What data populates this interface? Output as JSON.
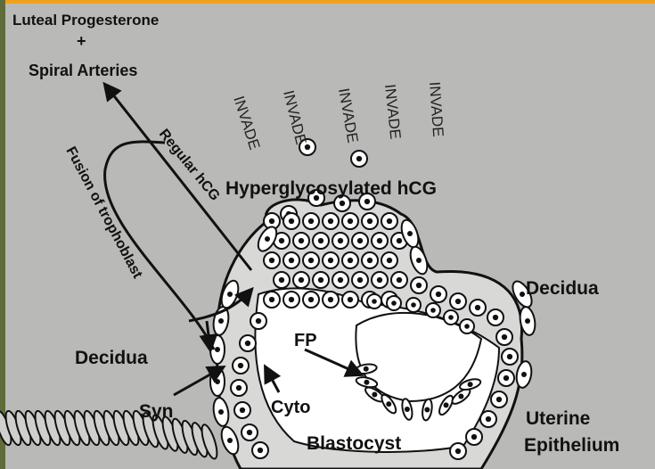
{
  "diagram": {
    "top_label_line1": "Luteal Progesterone",
    "top_label_plus": "+",
    "top_label_line2": "Spiral Arteries",
    "regular_hcg": "Regular hCG",
    "fusion_trophoblast": "Fusion of trophoblast",
    "invade": [
      "INVADE",
      "INVADE",
      "INVADE",
      "INVADE",
      "INVADE"
    ],
    "hyperglycosylated_hcg": "Hyperglycosylated hCG",
    "decidua_right": "Decidua",
    "decidua_left": "Decidua",
    "fp": "FP",
    "syn": "Syn",
    "cyto": "Cyto",
    "blastocyst": "Blastocyst",
    "uterine_line1": "Uterine",
    "uterine_line2": "Epithelium"
  },
  "colors": {
    "background": "#b9b9b7",
    "left_edge": "#5f6b3a",
    "top_edge": "#f0a020",
    "ink": "#111111",
    "cell_fill": "#ffffff"
  }
}
